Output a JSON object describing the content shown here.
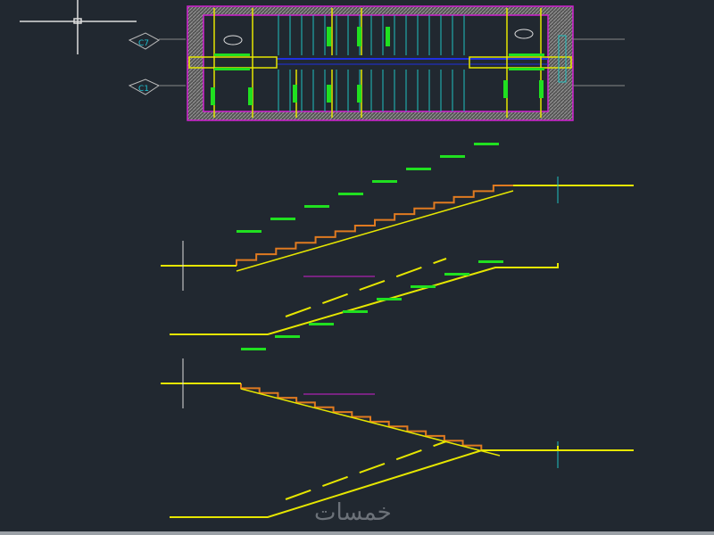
{
  "grid_bubbles": [
    {
      "label": "C7"
    },
    {
      "label": "C1"
    }
  ],
  "watermark": "خمسات",
  "colors": {
    "background": "#212830",
    "wall": "#d020d0",
    "beam": "#e6e600",
    "rebar": "#20e020",
    "axis": "#20c0c0",
    "step": "#e07a20"
  },
  "icons": {
    "cursor": "crosshair-cursor-icon"
  }
}
